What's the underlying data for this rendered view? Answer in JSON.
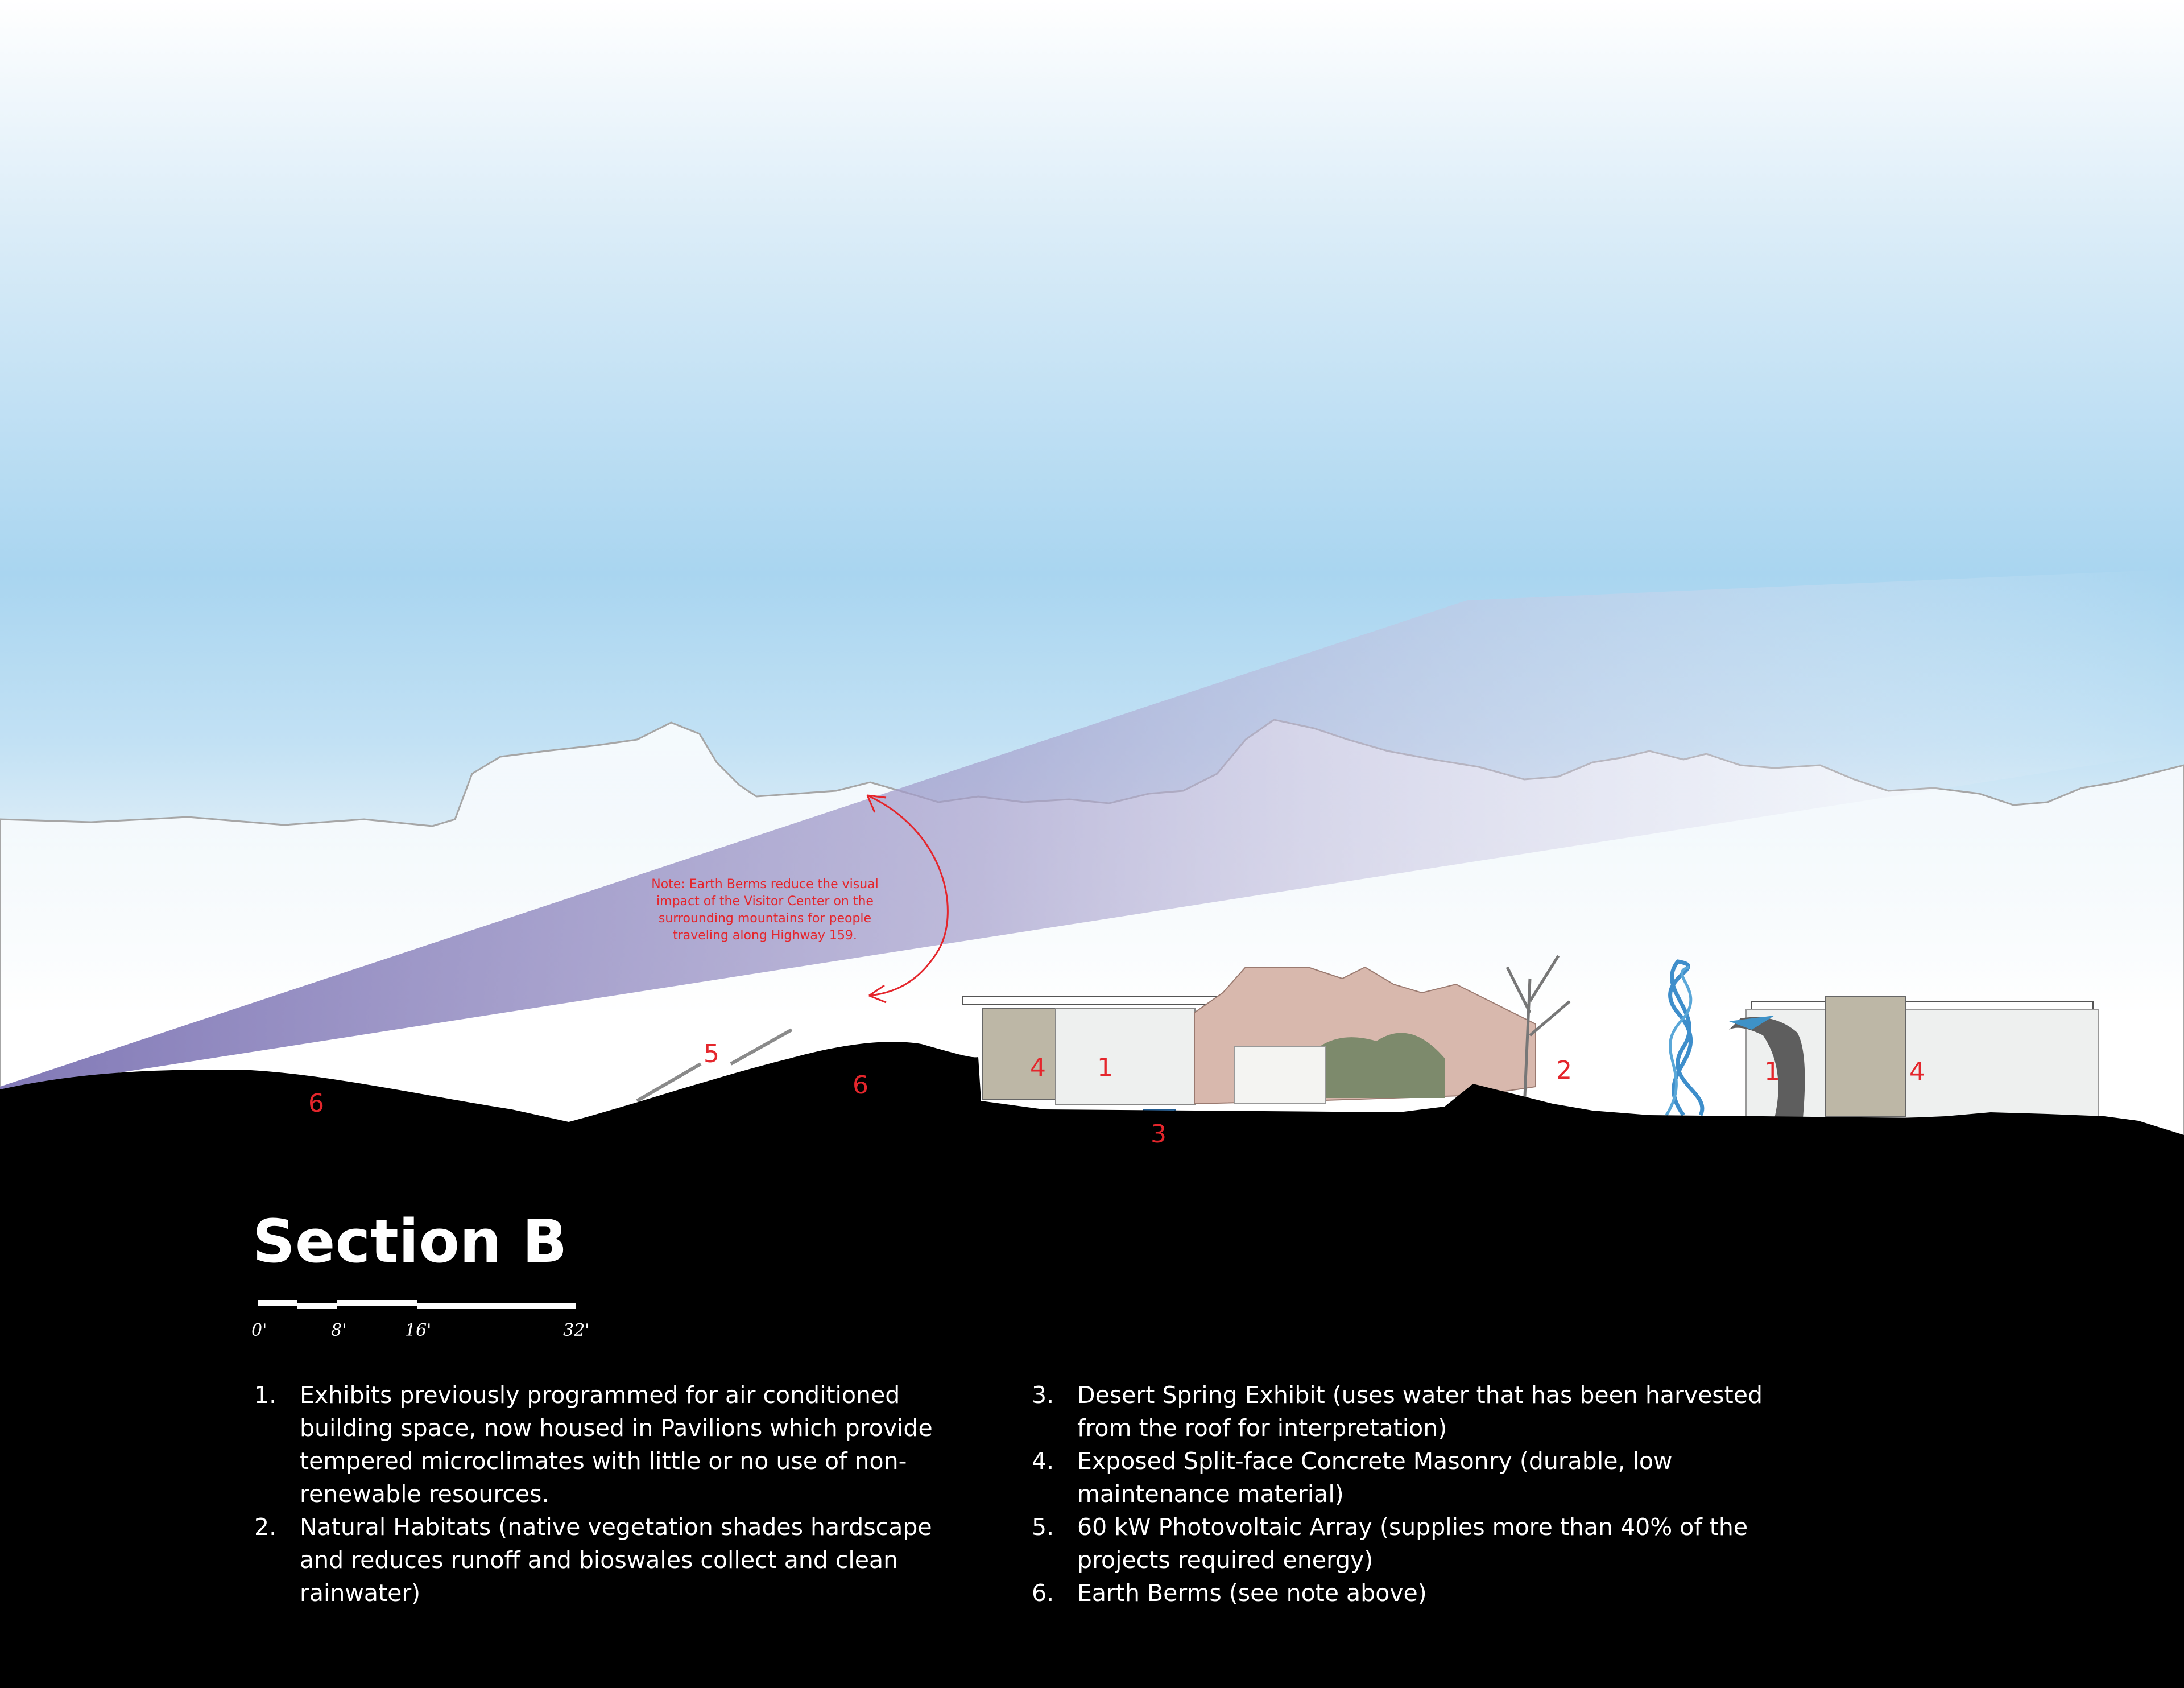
{
  "diagram": {
    "title": "Section B",
    "scale_bar": {
      "ticks": [
        "0'",
        "8'",
        "16'",
        "32'"
      ]
    },
    "note": {
      "lines": [
        "Note: Earth Berms reduce the visual",
        "impact of the Visitor Center on the",
        "surrounding mountains for people",
        "traveling along Highway 159."
      ]
    },
    "callouts": [
      {
        "id": "berm-left",
        "label": "6"
      },
      {
        "id": "pv-array",
        "label": "5"
      },
      {
        "id": "berm-center",
        "label": "6"
      },
      {
        "id": "masonry-west",
        "label": "4"
      },
      {
        "id": "pavilion-west",
        "label": "1"
      },
      {
        "id": "desert-spring",
        "label": "3"
      },
      {
        "id": "habitat",
        "label": "2"
      },
      {
        "id": "pavilion-east",
        "label": "1"
      },
      {
        "id": "masonry-east",
        "label": "4"
      }
    ],
    "legend_left": [
      {
        "num": "1.",
        "lines": [
          "Exhibits previously programmed for air conditioned",
          "building space, now housed in Pavilions which provide",
          "tempered microclimates with little or no use of non-",
          "renewable resources."
        ]
      },
      {
        "num": "2.",
        "lines": [
          "Natural Habitats (native vegetation shades hardscape",
          "and reduces runoff and bioswales collect and clean",
          "rainwater)"
        ]
      }
    ],
    "legend_right": [
      {
        "num": "3.",
        "lines": [
          "Desert Spring Exhibit (uses water that has been harvested",
          "from the roof for interpretation)"
        ]
      },
      {
        "num": "4.",
        "lines": [
          "Exposed Split-face Concrete Masonry (durable, low",
          "maintenance material)"
        ]
      },
      {
        "num": "5.",
        "lines": [
          "60 kW Photovoltaic Array (supplies more than 40% of the",
          "projects required energy)"
        ]
      },
      {
        "num": "6.",
        "lines": [
          "Earth Berms (see note above)"
        ]
      }
    ],
    "colors": {
      "sky_top": "#ffffff",
      "sky_mid": "#a9d6f0",
      "view_cone": "#7f76b6",
      "ground": "#000000",
      "callout": "#e4262c",
      "text": "#ffffff"
    }
  }
}
